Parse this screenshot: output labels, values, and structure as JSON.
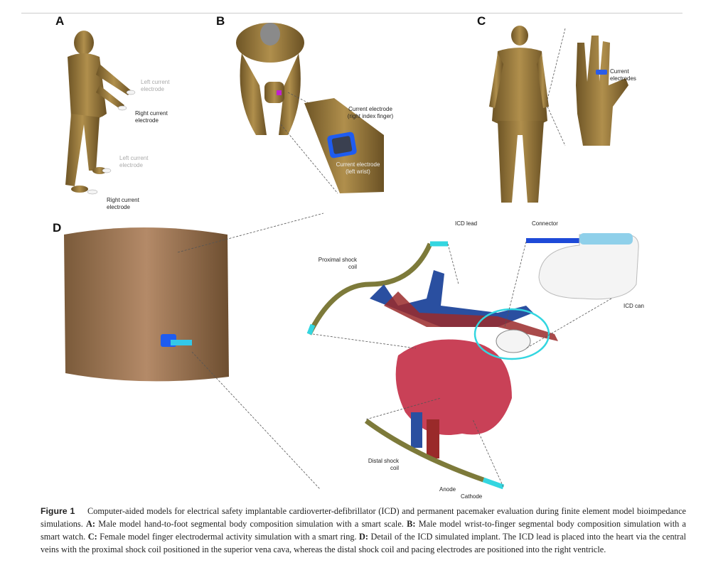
{
  "panels": {
    "A": {
      "letter": "A",
      "labels": [
        "Left current electrode",
        "Right current electrode",
        "Left current electrode",
        "Right current electrode"
      ]
    },
    "B": {
      "letter": "B",
      "labels": [
        "Current electrode (right index finger)",
        "Current electrode (left wrist)"
      ]
    },
    "C": {
      "letter": "C",
      "labels": [
        "Current electrodes"
      ]
    },
    "D": {
      "letter": "D",
      "labels": {
        "icd_lead": "ICD lead",
        "connector": "Connector",
        "proximal_coil": "Proximal shock coil",
        "icd_can": "ICD can",
        "distal_coil": "Distal shock coil",
        "anode": "Anode",
        "cathode": "Cathode"
      }
    }
  },
  "caption": {
    "figure": "Figure 1",
    "intro": "Computer-aided models for electrical safety implantable cardioverter-defibrillator (ICD) and permanent pacemaker evaluation during finite element model bioimpedance simulations.",
    "a_key": "A:",
    "a_text": "Male model hand-to-foot segmental body composition simulation with a smart scale.",
    "b_key": "B:",
    "b_text": "Male model wrist-to-finger segmental body composition simulation with a smart watch.",
    "c_key": "C:",
    "c_text": "Female model finger electrodermal activity simulation with a smart ring.",
    "d_key": "D:",
    "d_text": "Detail of the ICD simulated implant. The ICD lead is placed into the heart via the central veins with the proximal shock coil positioned in the superior vena cava, whereas the distal shock coil and pacing electrodes are positioned into the right ventricle."
  },
  "colors": {
    "skin": "#9c7a3c",
    "vein": "#2a4fa0",
    "artery": "#9a2a2a",
    "heart": "#c0203a",
    "lead": "#33d6e0",
    "coil": "#7d7a3a",
    "watch": "#1e5cf0"
  }
}
